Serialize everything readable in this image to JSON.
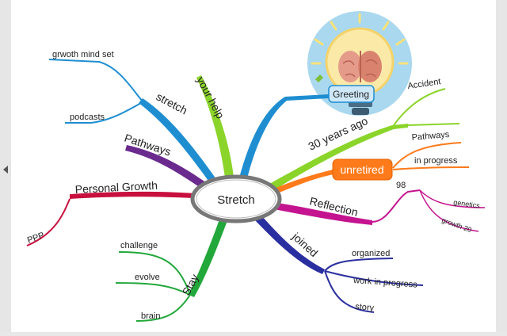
{
  "center": {
    "label": "Stretch"
  },
  "branches": {
    "stretch": {
      "label": "stretch",
      "color": "#1f8ed1",
      "children": [
        "grwoth mind set",
        "podcasts"
      ]
    },
    "pathways": {
      "label": "Pathways",
      "color": "#6a2a8e"
    },
    "personal_growth": {
      "label": "Personal Growth",
      "color": "#c8103e",
      "children": [
        "PPP"
      ]
    },
    "your_help": {
      "label": "your help",
      "color": "#8bd42a"
    },
    "greeting": {
      "label": "Greeting",
      "color": "#1f8ed1"
    },
    "thirty_years": {
      "label": "30 years ago",
      "color": "#8bd42a",
      "children": [
        "Accident"
      ]
    },
    "unretired": {
      "label": "unretired",
      "color": "#ff7a1a",
      "children": [
        "Pathways",
        "in progress"
      ]
    },
    "reflection": {
      "label": "Reflection",
      "color": "#c4148f",
      "children": [
        "98"
      ],
      "grandchildren": [
        "genetics",
        "growth 20"
      ]
    },
    "joined": {
      "label": "joined",
      "color": "#2a2fa0",
      "children": [
        "organized",
        "work in progress",
        "story"
      ]
    },
    "stay": {
      "label": "Stay",
      "color": "#22a83a",
      "children": [
        "challenge",
        "evolve",
        "brain"
      ]
    }
  },
  "icons": {
    "left_arrow": "triangle-left-icon",
    "lightbulb": "lightbulb-brain-icon"
  }
}
